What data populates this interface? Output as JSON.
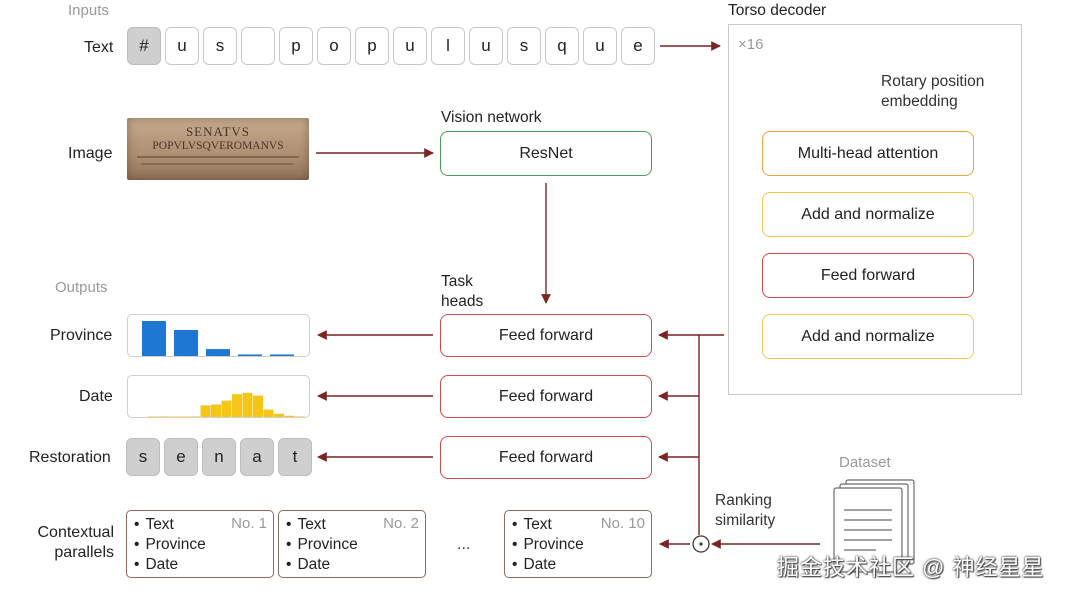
{
  "inputs": {
    "header": "Inputs",
    "text_label": "Text",
    "text_tokens": [
      "#",
      "u",
      "s",
      "",
      "p",
      "o",
      "p",
      "u",
      "l",
      "u",
      "s",
      "q",
      "u",
      "e"
    ],
    "image_label": "Image",
    "image_inscription": [
      "SENATVS",
      "POPVLVSQVEROMANVS"
    ]
  },
  "vision": {
    "header": "Vision network",
    "box": "ResNet"
  },
  "torso": {
    "header": "Torso decoder",
    "repeat": "×16",
    "rotary": "Rotary position embedding",
    "rotary_lines": [
      "Rotary position",
      "embedding"
    ],
    "blocks": [
      "Multi-head attention",
      "Add and normalize",
      "Feed forward",
      "Add and normalize"
    ]
  },
  "task_heads": {
    "header_lines": [
      "Task",
      "heads"
    ],
    "boxes": [
      "Feed forward",
      "Feed forward",
      "Feed forward"
    ]
  },
  "outputs": {
    "header": "Outputs",
    "province_label": "Province",
    "date_label": "Date",
    "restoration_label": "Restoration",
    "restoration_tokens": [
      "s",
      "e",
      "n",
      "a",
      "t"
    ],
    "parallels_label_lines": [
      "Contextual",
      "parallels"
    ]
  },
  "chart_data": [
    {
      "type": "bar",
      "name": "Province",
      "values": [
        1.0,
        0.75,
        0.22,
        0.07,
        0.07
      ],
      "color": "#1f77d4"
    },
    {
      "type": "bar",
      "name": "Date",
      "values": [
        0.02,
        0.02,
        0.02,
        0.03,
        0.05,
        0.45,
        0.48,
        0.62,
        0.85,
        0.9,
        0.8,
        0.3,
        0.15,
        0.08,
        0.03
      ],
      "color": "#f5c518"
    }
  ],
  "parallels": [
    {
      "no": "No. 1",
      "items": [
        "Text",
        "Province",
        "Date"
      ]
    },
    {
      "no": "No. 2",
      "items": [
        "Text",
        "Province",
        "Date"
      ]
    },
    {
      "no": "No. 10",
      "items": [
        "Text",
        "Province",
        "Date"
      ]
    }
  ],
  "ellipsis": "...",
  "ranking": {
    "lines": [
      "Ranking",
      "similarity"
    ]
  },
  "dataset": {
    "label": "Dataset"
  },
  "watermark": "掘金技术社区 @ 神经星星",
  "colors": {
    "arrow": "#7a2424",
    "green": "#4e9a5a",
    "red": "#d24b4b",
    "orange": "#f0a33a",
    "yellow": "#f2c84b",
    "blue": "#1f77d4",
    "gold": "#f5c518"
  }
}
